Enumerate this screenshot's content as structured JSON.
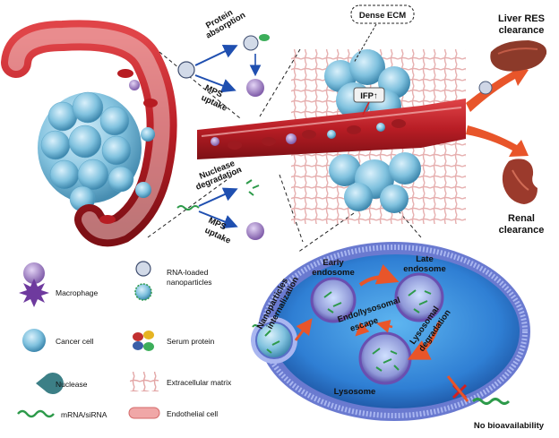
{
  "labels": {
    "protein_absorption": [
      "Protein",
      "absorption"
    ],
    "mps_uptake_top": [
      "MPS",
      "uptake"
    ],
    "nuclease_degradation": [
      "Nuclease",
      "degradation"
    ],
    "mps_uptake_bottom": [
      "MPS",
      "uptake"
    ],
    "dense_ecm": "Dense ECM",
    "ifp": "IFP↑",
    "liver_res_clearance": [
      "Liver RES",
      "clearance"
    ],
    "renal_clearance": [
      "Renal",
      "clearance"
    ],
    "early_endosome": [
      "Early",
      "endosome"
    ],
    "late_endosome": [
      "Late",
      "endosome"
    ],
    "np_internalization": [
      "Nanoparticles",
      "internalization"
    ],
    "endo_lysosomal_escape": [
      "Endo/lysosomal",
      "escape"
    ],
    "lysosomal_degradation": [
      "Lysosomal",
      "degradation"
    ],
    "lysosome": "Lysosome",
    "no_bioavailability": "No bioavailability"
  },
  "legend": [
    {
      "id": "macrophage",
      "label": "Macrophage"
    },
    {
      "id": "cancer-cell",
      "label": "Cancer cell"
    },
    {
      "id": "nuclease",
      "label": "Nuclease"
    },
    {
      "id": "mrna-sirna",
      "label": "mRNA/siRNA"
    },
    {
      "id": "rna-nanoparticles",
      "label": "RNA-loaded\nnanoparticles"
    },
    {
      "id": "serum-protein",
      "label": "Serum protein"
    },
    {
      "id": "ecm",
      "label": "Extracellular matrix"
    },
    {
      "id": "endothelial-cell",
      "label": "Endothelial cell"
    }
  ],
  "colors": {
    "vessel": "#c8262c",
    "cancer": "#6fb7d6",
    "macrophage": "#9a78c4",
    "cell_membrane": "#5a6fc8",
    "cell_interior": "#2e79cf",
    "arrow_orange": "#e8552a",
    "arrow_blue": "#1f4fb0"
  }
}
